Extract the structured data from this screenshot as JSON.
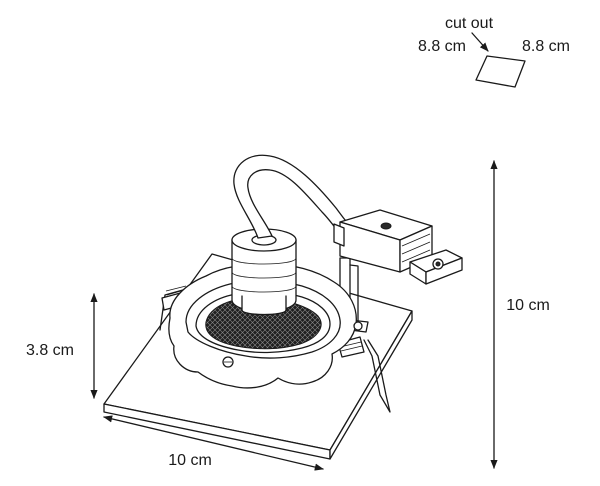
{
  "labels": {
    "cutout_title": "cut out",
    "cutout_width": "8.8 cm",
    "cutout_depth": "8.8 cm",
    "height": "3.8 cm",
    "width": "10 cm",
    "depth": "10 cm"
  },
  "colors": {
    "line": "#1a1a1a",
    "background": "#ffffff",
    "mesh_fill": "#2a2a2a"
  }
}
